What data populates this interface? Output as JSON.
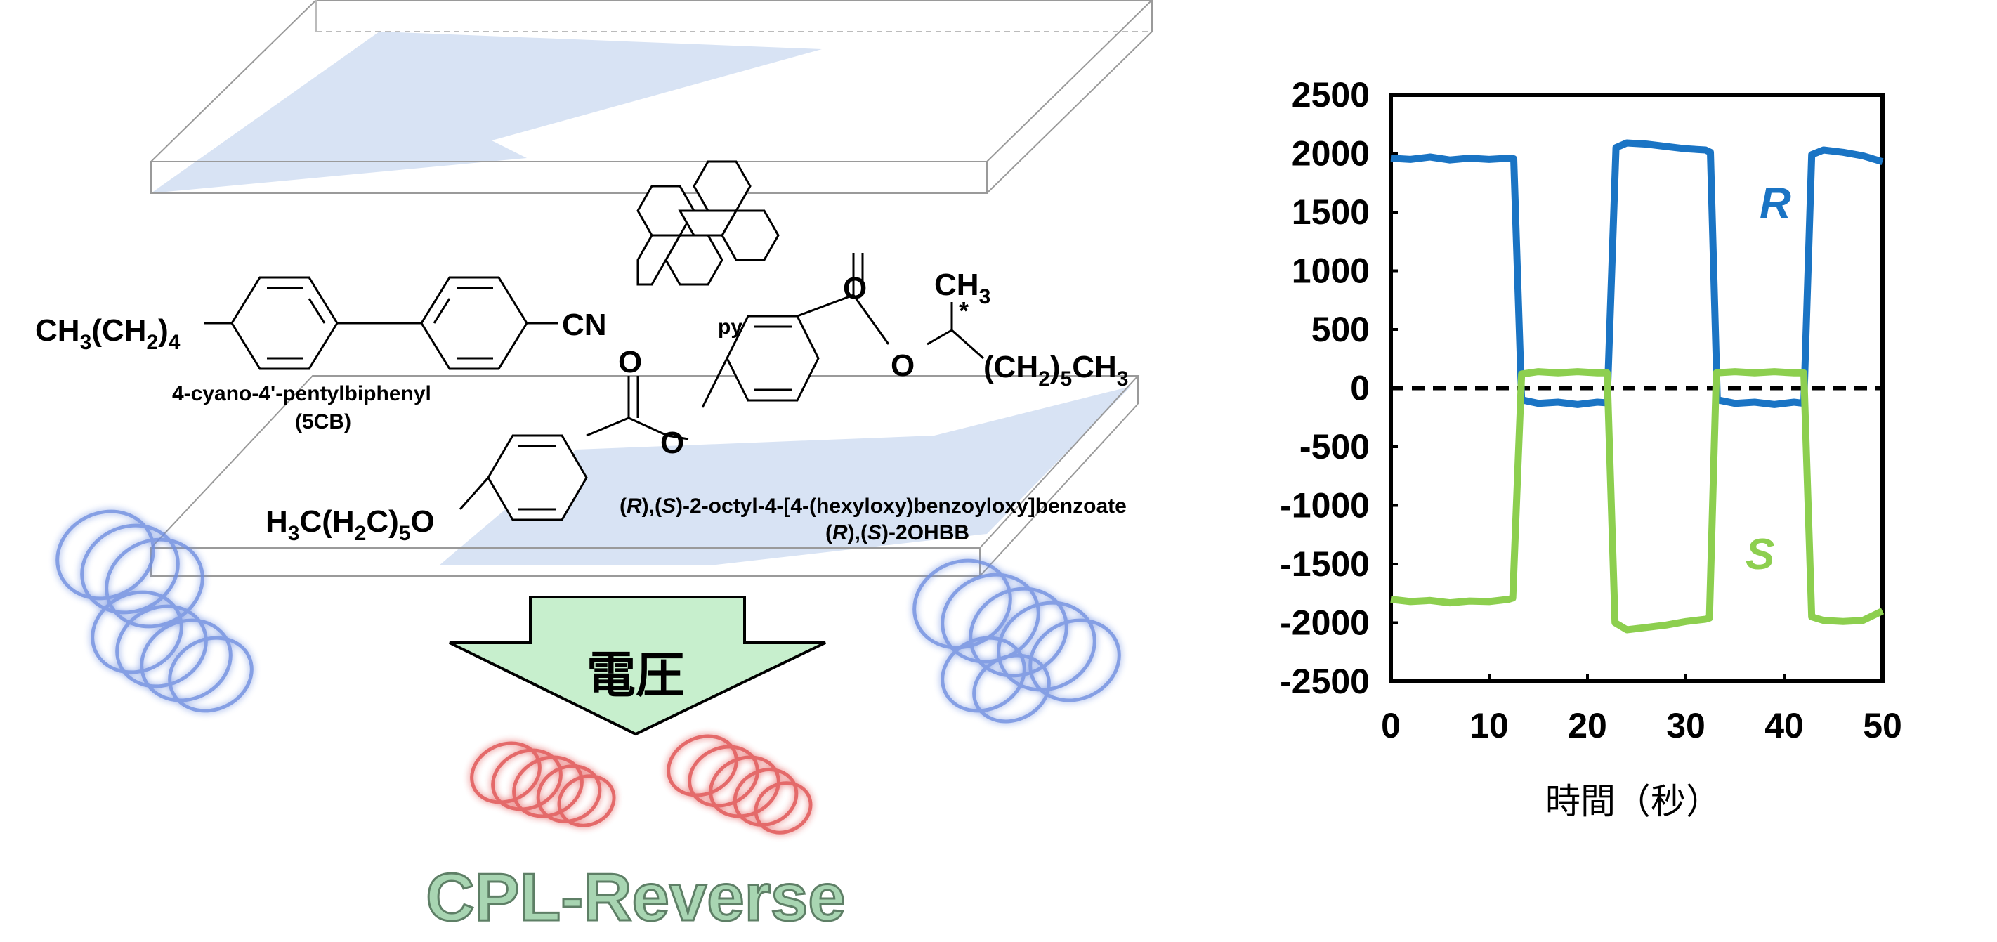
{
  "figure": {
    "molecules": {
      "cb5_formula_head": "CH",
      "cb5_formula_sub1": "3",
      "cb5_formula_mid": "(CH",
      "cb5_formula_sub2": "2",
      "cb5_formula_close": ")",
      "cb5_formula_sub3": "4",
      "cb5_cn": "CN",
      "cb5_name": "4-cyano-4'-pentylbiphenyl",
      "cb5_abbr": "(5CB)",
      "pyrene_name": "pyrene",
      "ch3_top": "CH",
      "ch3_top_sub": "3",
      "chiral_mark": "*",
      "ester_o": "O",
      "chain_head": "(CH",
      "chain_sub1": "2",
      "chain_close": ")",
      "chain_sub2": "5",
      "chain_tail": "CH",
      "chain_sub3": "3",
      "hexyl_head": "H",
      "hexyl_sub1": "3",
      "hexyl_mid": "C(H",
      "hexyl_sub2": "2",
      "hexyl_c": "C)",
      "hexyl_sub3": "5",
      "hexyl_o": "O",
      "dopant_name_r": "R",
      "dopant_name_s": "S",
      "dopant_name_rest": "-2-octyl-4-[4-(hexyloxy)benzoyloxy]benzoate",
      "dopant_abbr_rest": "-2OHBB"
    },
    "voltage_label": "電圧",
    "cpl_label": "CPL-Reverse",
    "colors": {
      "electrode": "#d6e2f3",
      "arrow_fill": "#c7efcd",
      "helix_blue": "#5b7fd6",
      "helix_red": "#e05050",
      "cpl_text": "#a8d5b2"
    }
  },
  "chart_data": {
    "type": "line",
    "xlabel": "時間（秒）",
    "xlim": [
      0,
      50
    ],
    "ylim": [
      -2500,
      2500
    ],
    "xticks": [
      0,
      10,
      20,
      30,
      40,
      50
    ],
    "yticks": [
      2500,
      2000,
      1500,
      1000,
      500,
      0,
      -500,
      -1000,
      -1500,
      -2000,
      -2500
    ],
    "x_tick_labels": [
      "0",
      "10",
      "20",
      "30",
      "40",
      "50"
    ],
    "y_tick_labels": [
      "2500",
      "2000",
      "1500",
      "1000",
      "500",
      "0",
      "-500",
      "-1000",
      "-1500",
      "-2000",
      "-2500"
    ],
    "zero_line": "dashed",
    "series": [
      {
        "name": "R",
        "color": "#1a74c4",
        "points": [
          [
            0,
            1960
          ],
          [
            2,
            1950
          ],
          [
            4,
            1970
          ],
          [
            6,
            1945
          ],
          [
            8,
            1960
          ],
          [
            10,
            1950
          ],
          [
            12,
            1960
          ],
          [
            12.5,
            1955
          ],
          [
            13.3,
            -100
          ],
          [
            15,
            -130
          ],
          [
            17,
            -120
          ],
          [
            19,
            -140
          ],
          [
            21,
            -120
          ],
          [
            22,
            -125
          ],
          [
            22.9,
            2050
          ],
          [
            24,
            2090
          ],
          [
            26,
            2080
          ],
          [
            28,
            2060
          ],
          [
            30,
            2040
          ],
          [
            32,
            2030
          ],
          [
            32.5,
            2010
          ],
          [
            33.2,
            -100
          ],
          [
            35,
            -130
          ],
          [
            37,
            -120
          ],
          [
            39,
            -140
          ],
          [
            41,
            -120
          ],
          [
            42,
            -130
          ],
          [
            42.8,
            1990
          ],
          [
            44,
            2030
          ],
          [
            46,
            2010
          ],
          [
            48,
            1980
          ],
          [
            50,
            1930
          ]
        ]
      },
      {
        "name": "S",
        "color": "#8dcf4f",
        "points": [
          [
            0,
            -1800
          ],
          [
            2,
            -1820
          ],
          [
            4,
            -1810
          ],
          [
            6,
            -1830
          ],
          [
            8,
            -1815
          ],
          [
            10,
            -1820
          ],
          [
            12,
            -1800
          ],
          [
            12.4,
            -1790
          ],
          [
            13.3,
            120
          ],
          [
            15,
            140
          ],
          [
            17,
            130
          ],
          [
            19,
            140
          ],
          [
            21,
            130
          ],
          [
            22,
            130
          ],
          [
            22.8,
            -2000
          ],
          [
            24,
            -2060
          ],
          [
            26,
            -2040
          ],
          [
            28,
            -2020
          ],
          [
            30,
            -1990
          ],
          [
            32,
            -1970
          ],
          [
            32.4,
            -1960
          ],
          [
            33.1,
            130
          ],
          [
            35,
            140
          ],
          [
            37,
            130
          ],
          [
            39,
            140
          ],
          [
            41,
            130
          ],
          [
            42,
            130
          ],
          [
            42.8,
            -1950
          ],
          [
            44,
            -1980
          ],
          [
            46,
            -1990
          ],
          [
            48,
            -1980
          ],
          [
            50,
            -1900
          ]
        ]
      }
    ]
  }
}
